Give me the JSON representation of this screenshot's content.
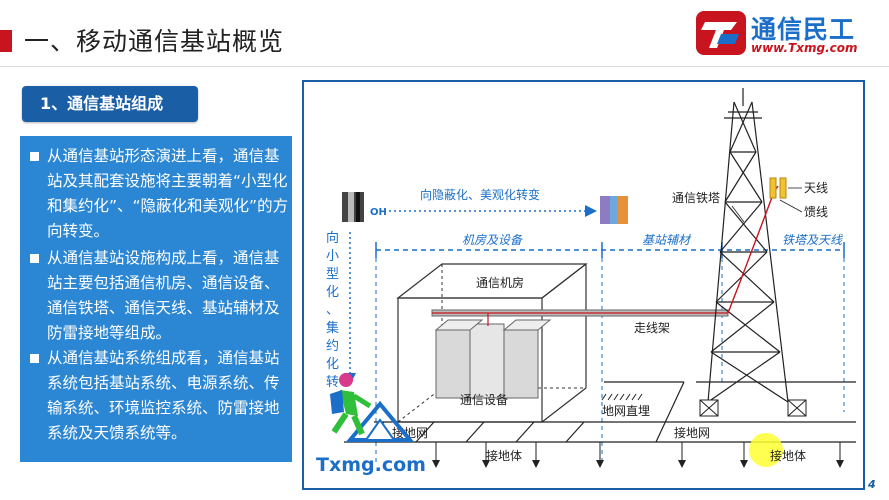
{
  "slide": {
    "title": "一、移动通信基站概览",
    "page_number": "4",
    "accent_color": "#c8141e",
    "primary_color": "#1a5ea6"
  },
  "logo": {
    "name": "通信民工",
    "url": "www.Txmg.com",
    "icon": "txmg-logo-icon"
  },
  "section": {
    "heading": "1、通信基站组成"
  },
  "bullets": [
    {
      "text": "从通信基站形态演进上看，通信基站及其配套设施将主要朝着“小型化和集约化”、“隐蔽化和美观化”的方向转变。"
    },
    {
      "text": "从通信基站设施构成上看，通信基站主要包括通信机房、通信设备、通信铁塔、通信天线、基站辅材及防雷接地等组成。"
    },
    {
      "text": "从通信基站系统组成看，通信基站系统包括基站系统、电源系统、传输系统、环境监控系统、防雷接地系统及天馈系统等。"
    }
  ],
  "diagram": {
    "trend_horizontal": "向隐蔽化、美观化转变",
    "trend_vertical": "向小型化、集约化转变",
    "zones": [
      "机房及设备",
      "基站辅材",
      "铁塔及天线"
    ],
    "labels": {
      "room": "通信机房",
      "equipment": "通信设备",
      "cable_rack": "走线架",
      "tower": "通信铁塔",
      "antenna": "天线",
      "feeder": "馈线",
      "ground_burial": "地网直埋",
      "ground_net_left": "接地网",
      "ground_net_right": "接地网",
      "ground_body_left": "接地体",
      "ground_body_right": "接地体"
    }
  },
  "watermark": {
    "text": "Txmg.com"
  }
}
